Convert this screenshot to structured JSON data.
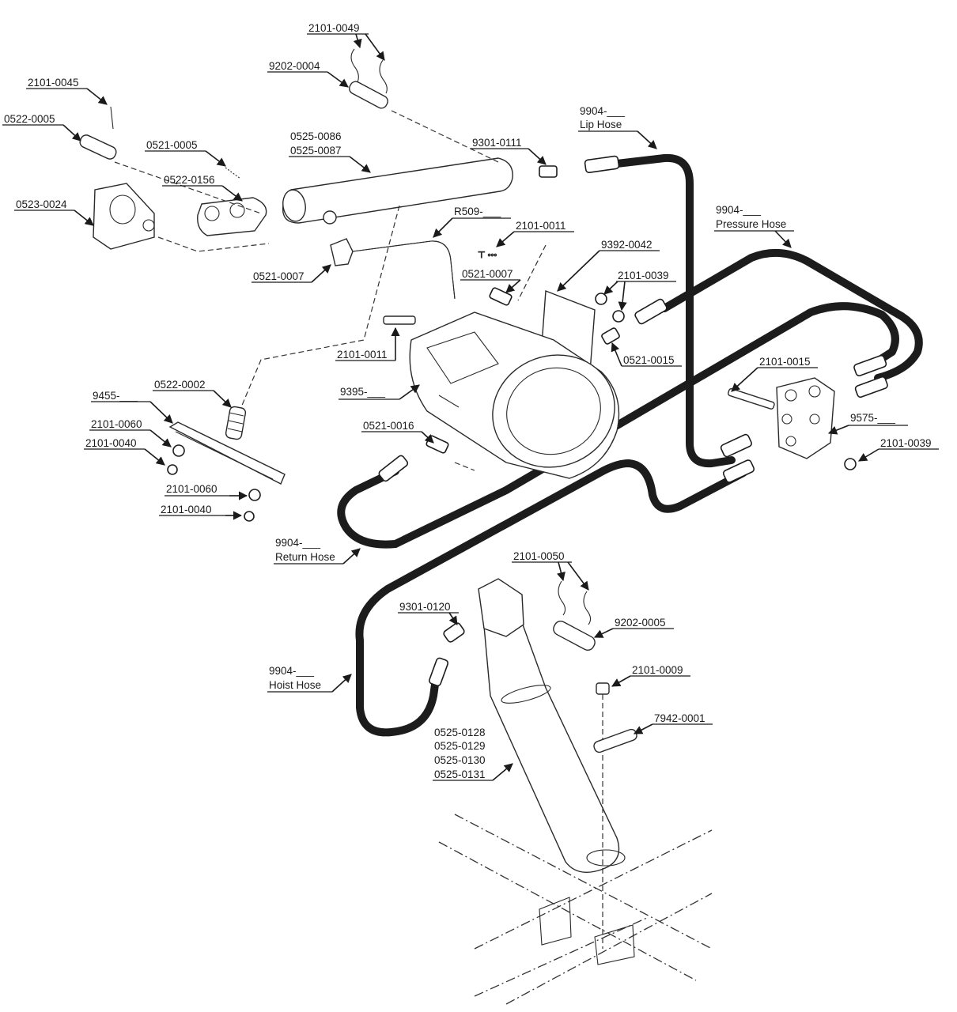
{
  "labels": {
    "l_2101_0049": "2101-0049",
    "l_9202_0004": "9202-0004",
    "l_2101_0045": "2101-0045",
    "l_0522_0005": "0522-0005",
    "l_0521_0005": "0521-0005",
    "l_0525_0086": "0525-0086",
    "l_0525_0087": "0525-0087",
    "l_9301_0111": "9301-0111",
    "l_9904_lip_num": "9904-___",
    "l_9904_lip_name": "Lip Hose",
    "l_0522_0156": "0522-0156",
    "l_0523_0024": "0523-0024",
    "l_r509": "R509-___",
    "l_2101_0011_a": "2101-0011",
    "l_9904_pressure_num": "9904-___",
    "l_9904_pressure_name": "Pressure Hose",
    "l_9392_0042": "9392-0042",
    "l_0521_0007_a": "0521-0007",
    "l_0521_0007_b": "0521-0007",
    "l_2101_0039_a": "2101-0039",
    "l_2101_0011_b": "2101-0011",
    "l_0521_0015": "0521-0015",
    "l_2101_0015": "2101-0015",
    "l_9395": "9395-___",
    "l_9455": "9455-___",
    "l_0522_0002": "0522-0002",
    "l_9575": "9575-___",
    "l_2101_0060_a": "2101-0060",
    "l_0521_0016": "0521-0016",
    "l_2101_0040_a": "2101-0040",
    "l_2101_0039_b": "2101-0039",
    "l_2101_0060_b": "2101-0060",
    "l_2101_0040_b": "2101-0040",
    "l_9904_return_num": "9904-___",
    "l_9904_return_name": "Return Hose",
    "l_2101_0050": "2101-0050",
    "l_9301_0120": "9301-0120",
    "l_9202_0005": "9202-0005",
    "l_9904_hoist_num": "9904-___",
    "l_9904_hoist_name": "Hoist Hose",
    "l_2101_0009": "2101-0009",
    "l_7942_0001": "7942-0001",
    "l_0525_0128": "0525-0128",
    "l_0525_0129": "0525-0129",
    "l_0525_0130": "0525-0130",
    "l_0525_0131": "0525-0131"
  }
}
